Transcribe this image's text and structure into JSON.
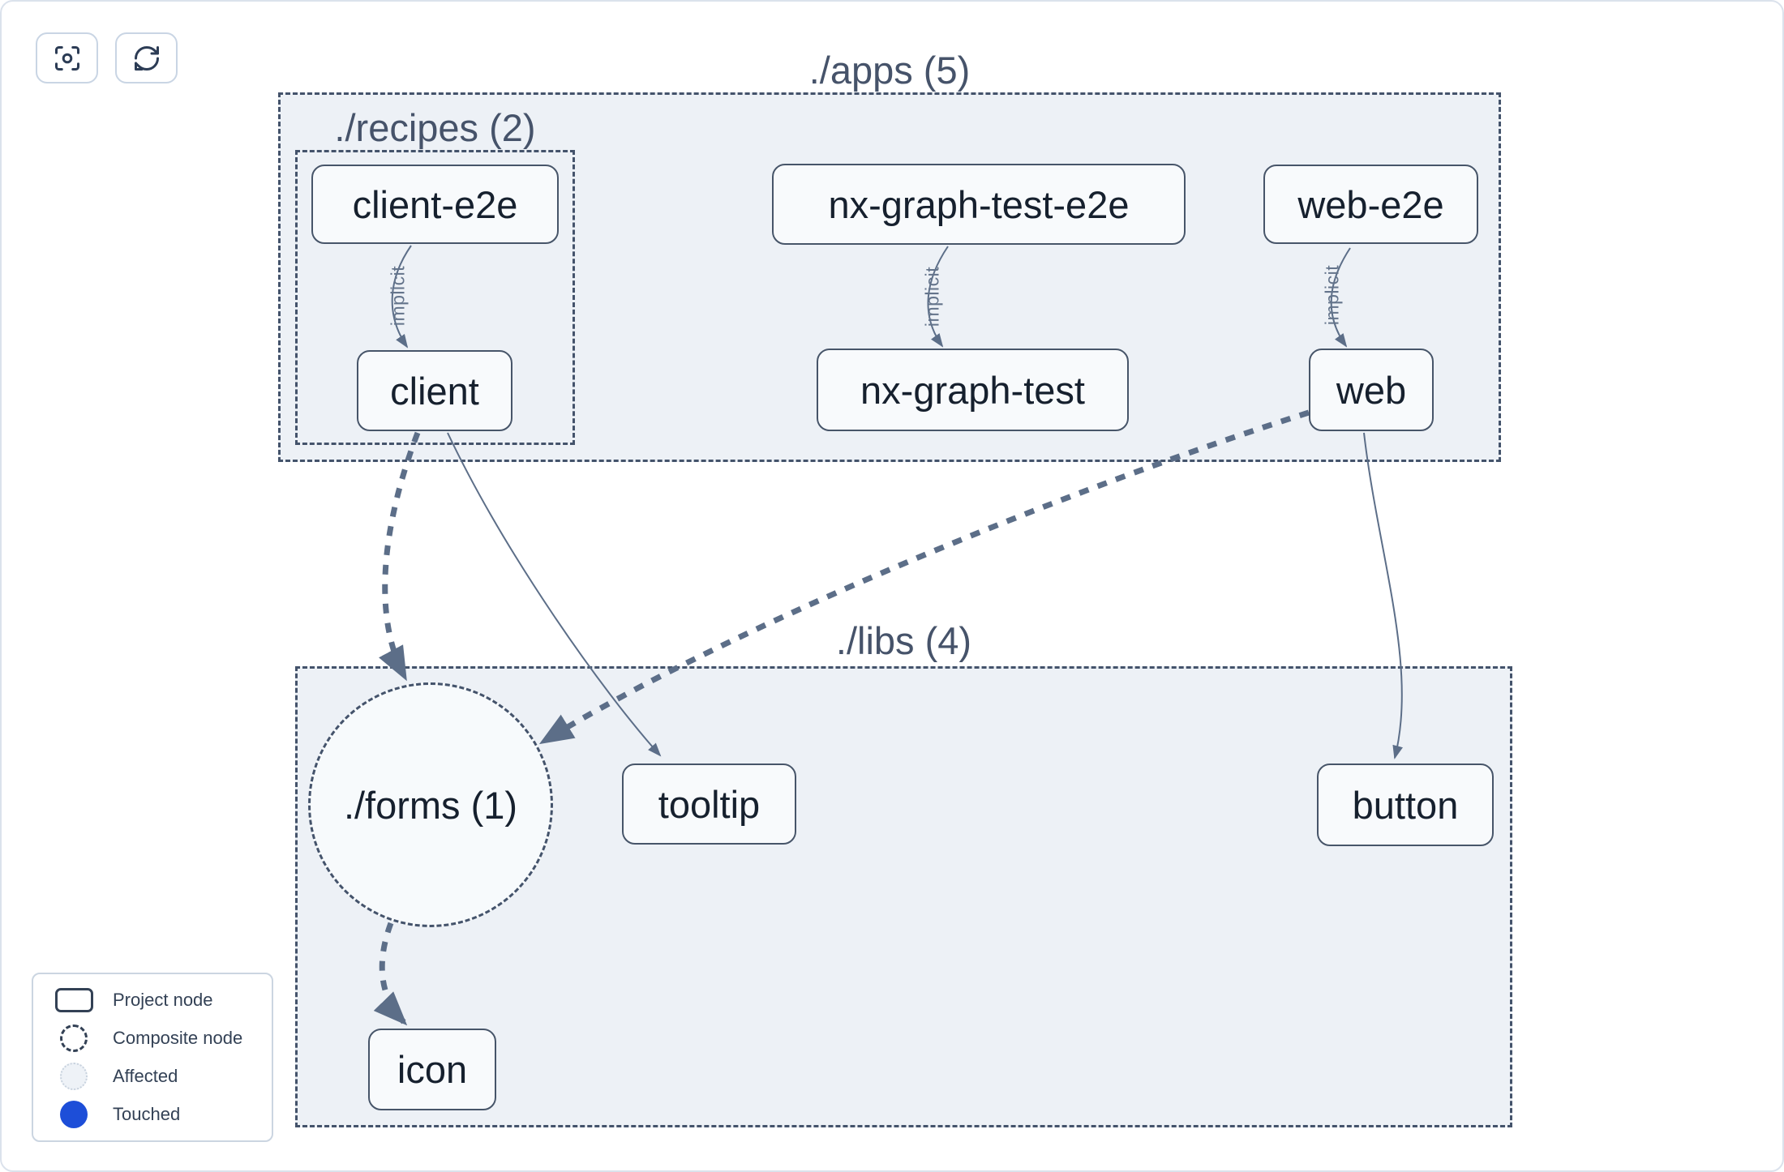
{
  "toolbar": {
    "buttons": [
      {
        "name": "focus",
        "icon": "crosshair-icon"
      },
      {
        "name": "refresh",
        "icon": "refresh-icon"
      }
    ]
  },
  "graph": {
    "containers": {
      "apps": {
        "label": "./apps (5)"
      },
      "recipes": {
        "label": "./recipes (2)"
      },
      "libs": {
        "label": "./libs (4)"
      }
    },
    "composite_nodes": {
      "forms": {
        "label": "./forms (1)"
      }
    },
    "nodes": {
      "client_e2e": {
        "label": "client-e2e"
      },
      "nx_graph_test_e2e": {
        "label": "nx-graph-test-e2e"
      },
      "web_e2e": {
        "label": "web-e2e"
      },
      "client": {
        "label": "client"
      },
      "nx_graph_test": {
        "label": "nx-graph-test"
      },
      "web": {
        "label": "web"
      },
      "tooltip": {
        "label": "tooltip"
      },
      "button": {
        "label": "button"
      },
      "icon": {
        "label": "icon"
      }
    },
    "edges": [
      {
        "from": "client-e2e",
        "to": "client",
        "type": "implicit",
        "label": "implicit"
      },
      {
        "from": "nx-graph-test-e2e",
        "to": "nx-graph-test",
        "type": "implicit",
        "label": "implicit"
      },
      {
        "from": "web-e2e",
        "to": "web",
        "type": "implicit",
        "label": "implicit"
      },
      {
        "from": "client",
        "to": "./forms (1)",
        "type": "composite-dashed",
        "label": ""
      },
      {
        "from": "client",
        "to": "tooltip",
        "type": "static",
        "label": ""
      },
      {
        "from": "web",
        "to": "./forms (1)",
        "type": "composite-dashed",
        "label": ""
      },
      {
        "from": "web",
        "to": "button",
        "type": "static",
        "label": ""
      },
      {
        "from": "./forms (1)",
        "to": "icon",
        "type": "composite-dashed",
        "label": ""
      }
    ]
  },
  "legend": {
    "items": [
      {
        "label": "Project node",
        "swatch": "project-rect"
      },
      {
        "label": "Composite node",
        "swatch": "composite-dashed-circle"
      },
      {
        "label": "Affected",
        "swatch": "affected-light-circle"
      },
      {
        "label": "Touched",
        "swatch": "touched-blue-circle"
      }
    ]
  },
  "colors": {
    "touched_blue": "#1d4ed8",
    "container_fill": "#edf1f6",
    "node_border": "#475569",
    "edge_stroke": "#5c6e88",
    "canvas_border": "#dbe2ec"
  }
}
